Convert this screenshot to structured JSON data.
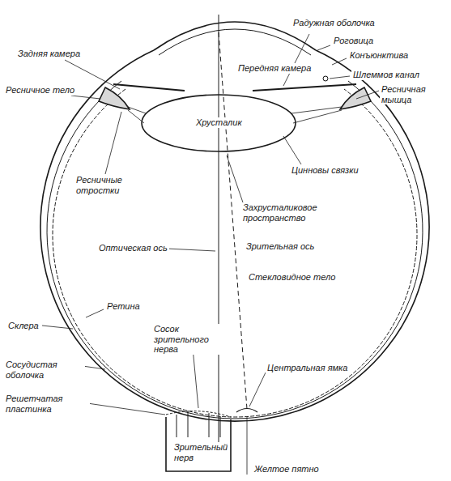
{
  "diagram": {
    "labels": [
      "Задняя камера",
      "Ресничное тело",
      "Передняя камера",
      "Радужная оболочка",
      "Роговица",
      "Конъюнктива",
      "Шлеммов канал",
      "Ресничная мышца",
      "Хрусталик",
      "Ресничные отростки",
      "Цинновы связки",
      "Захрусталиковое пространство",
      "Оптическая ось",
      "Зрительная ось",
      "Стекловидное тело",
      "Ретина",
      "Склера",
      "Сосок зрительного нерва",
      "Сосудистая оболочка",
      "Решетчатая пластинка",
      "Зрительный нерв",
      "Центральная ямка",
      "Желтое пятно"
    ]
  }
}
